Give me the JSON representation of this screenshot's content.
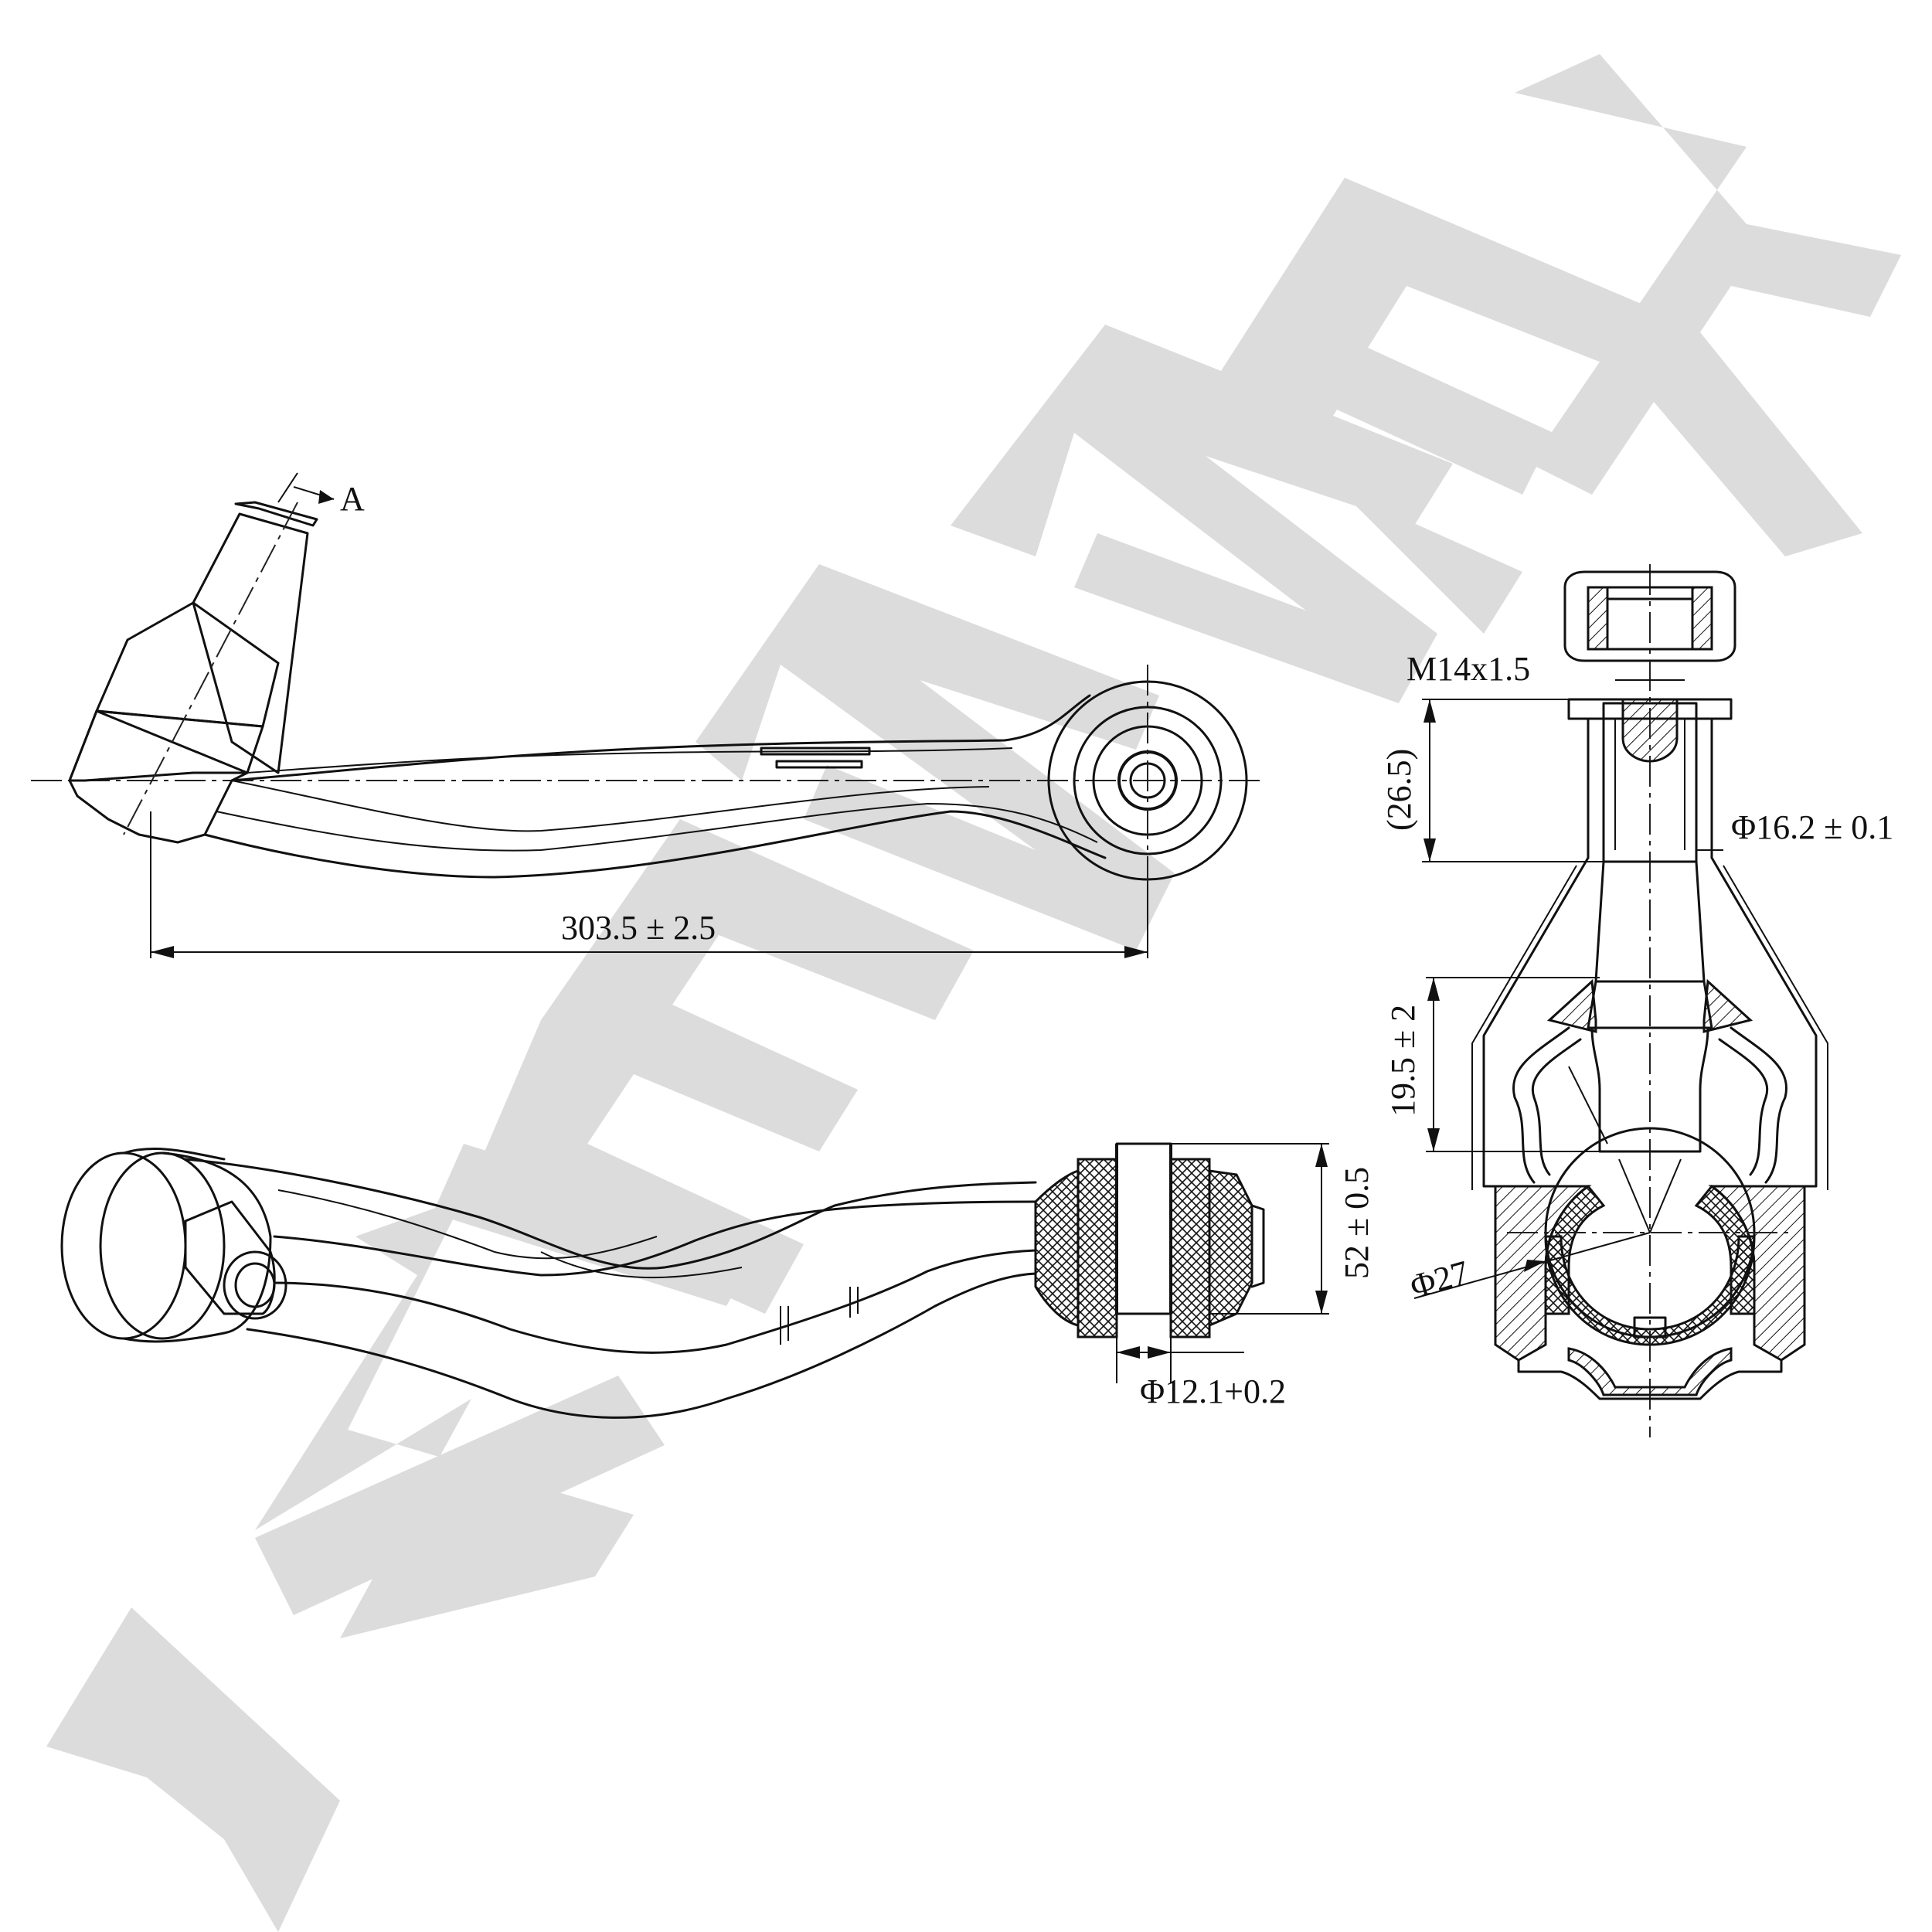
{
  "watermark": {
    "text": "ZENNEK",
    "color": "#dcdcdc"
  },
  "views": {
    "top_view": {
      "name": "arm-top-view",
      "dimensions": {
        "length": "303.5 ± 2.5"
      },
      "section_mark": "A"
    },
    "side_view": {
      "name": "arm-side-view",
      "dimensions": {
        "bushing_width": "52 ± 0.5",
        "bushing_bore": "Φ12.1+0.2"
      }
    },
    "ball_joint_section": {
      "name": "ball-joint-section",
      "dimensions": {
        "thread": "M14x1.5",
        "taper_length": "(26.5)",
        "taper_diameter": "Φ16.2 ± 0.1",
        "stud_height": "19.5 ± 2",
        "ball_diameter": "Φ27"
      }
    }
  }
}
